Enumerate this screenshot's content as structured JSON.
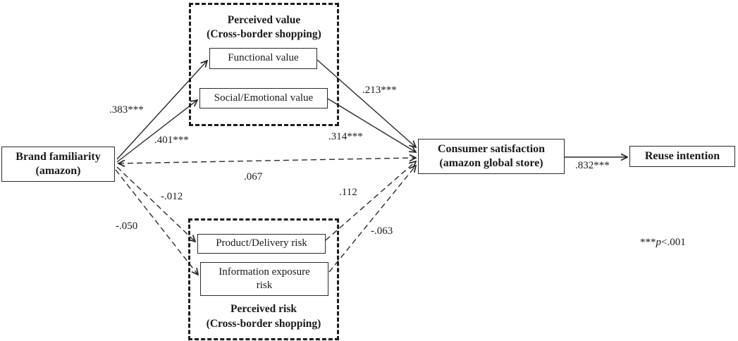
{
  "figure": {
    "nodes": {
      "brand_familiarity": {
        "title": "Brand familiarity",
        "subtitle": "(amazon)"
      },
      "functional_value": {
        "title": "Functional value"
      },
      "social_emotional_value": {
        "title": "Social/Emotional value"
      },
      "product_delivery_risk": {
        "title": "Product/Delivery risk"
      },
      "information_exposure_risk": {
        "title": "Information exposure risk"
      },
      "consumer_satisfaction": {
        "title": "Consumer satisfaction",
        "subtitle": "(amazon global store)"
      },
      "reuse_intention": {
        "title": "Reuse intention"
      }
    },
    "groups": {
      "perceived_value": {
        "title": "Perceived value",
        "subtitle": "(Cross-border shopping)"
      },
      "perceived_risk": {
        "title": "Perceived risk",
        "subtitle": "(Cross-border shopping)"
      }
    },
    "coefficients": {
      "bf_to_functional": ".383***",
      "bf_to_social": ".401***",
      "functional_to_cs": ".213***",
      "social_to_cs": ".314***",
      "bf_to_cs": ".067",
      "bf_to_product_risk": "-.012",
      "bf_to_info_risk": "-.050",
      "product_risk_to_cs": ".112",
      "info_risk_to_cs": "-.063",
      "cs_to_reuse": ".832***"
    },
    "note": {
      "prefix": "***",
      "symbol": "p",
      "suffix": "<.001"
    },
    "colors": {
      "ink": "#1a1a1a",
      "background": "#ffffff"
    }
  }
}
